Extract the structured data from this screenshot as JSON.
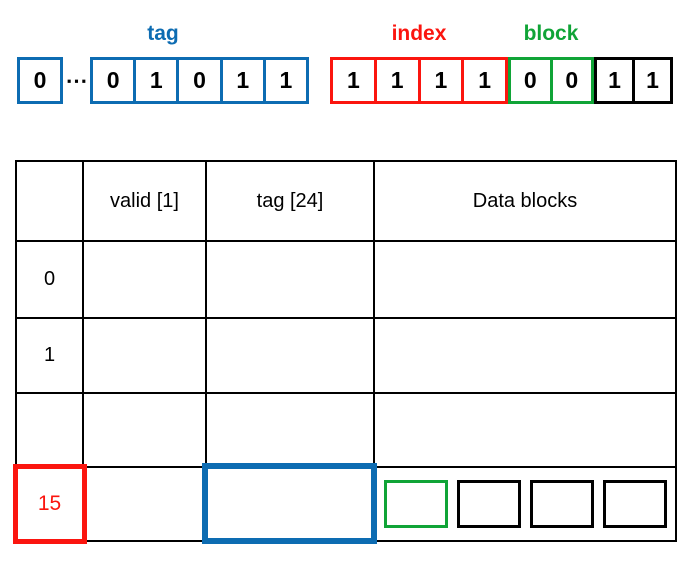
{
  "address": {
    "tag_label": "tag",
    "index_label": "index",
    "block_label": "block",
    "msb_bit": "0",
    "ellipsis": "⋯",
    "tag_bits": [
      "0",
      "1",
      "0",
      "1",
      "1"
    ],
    "index_bits": [
      "1",
      "1",
      "1",
      "1"
    ],
    "block_bits": [
      "0",
      "0"
    ],
    "offset_bits": [
      "1",
      "1"
    ]
  },
  "table": {
    "headers": [
      "",
      "valid [1]",
      "tag [24]",
      "Data blocks"
    ],
    "row_labels": [
      "0",
      "1",
      "",
      "15"
    ],
    "selected_row_label": "15",
    "data_blocks_in_selected_row": 4
  },
  "colors": {
    "tag_blue": "#0d6cb2",
    "index_red": "#fb150f",
    "block_green": "#10a437",
    "grid_black": "#000000"
  }
}
